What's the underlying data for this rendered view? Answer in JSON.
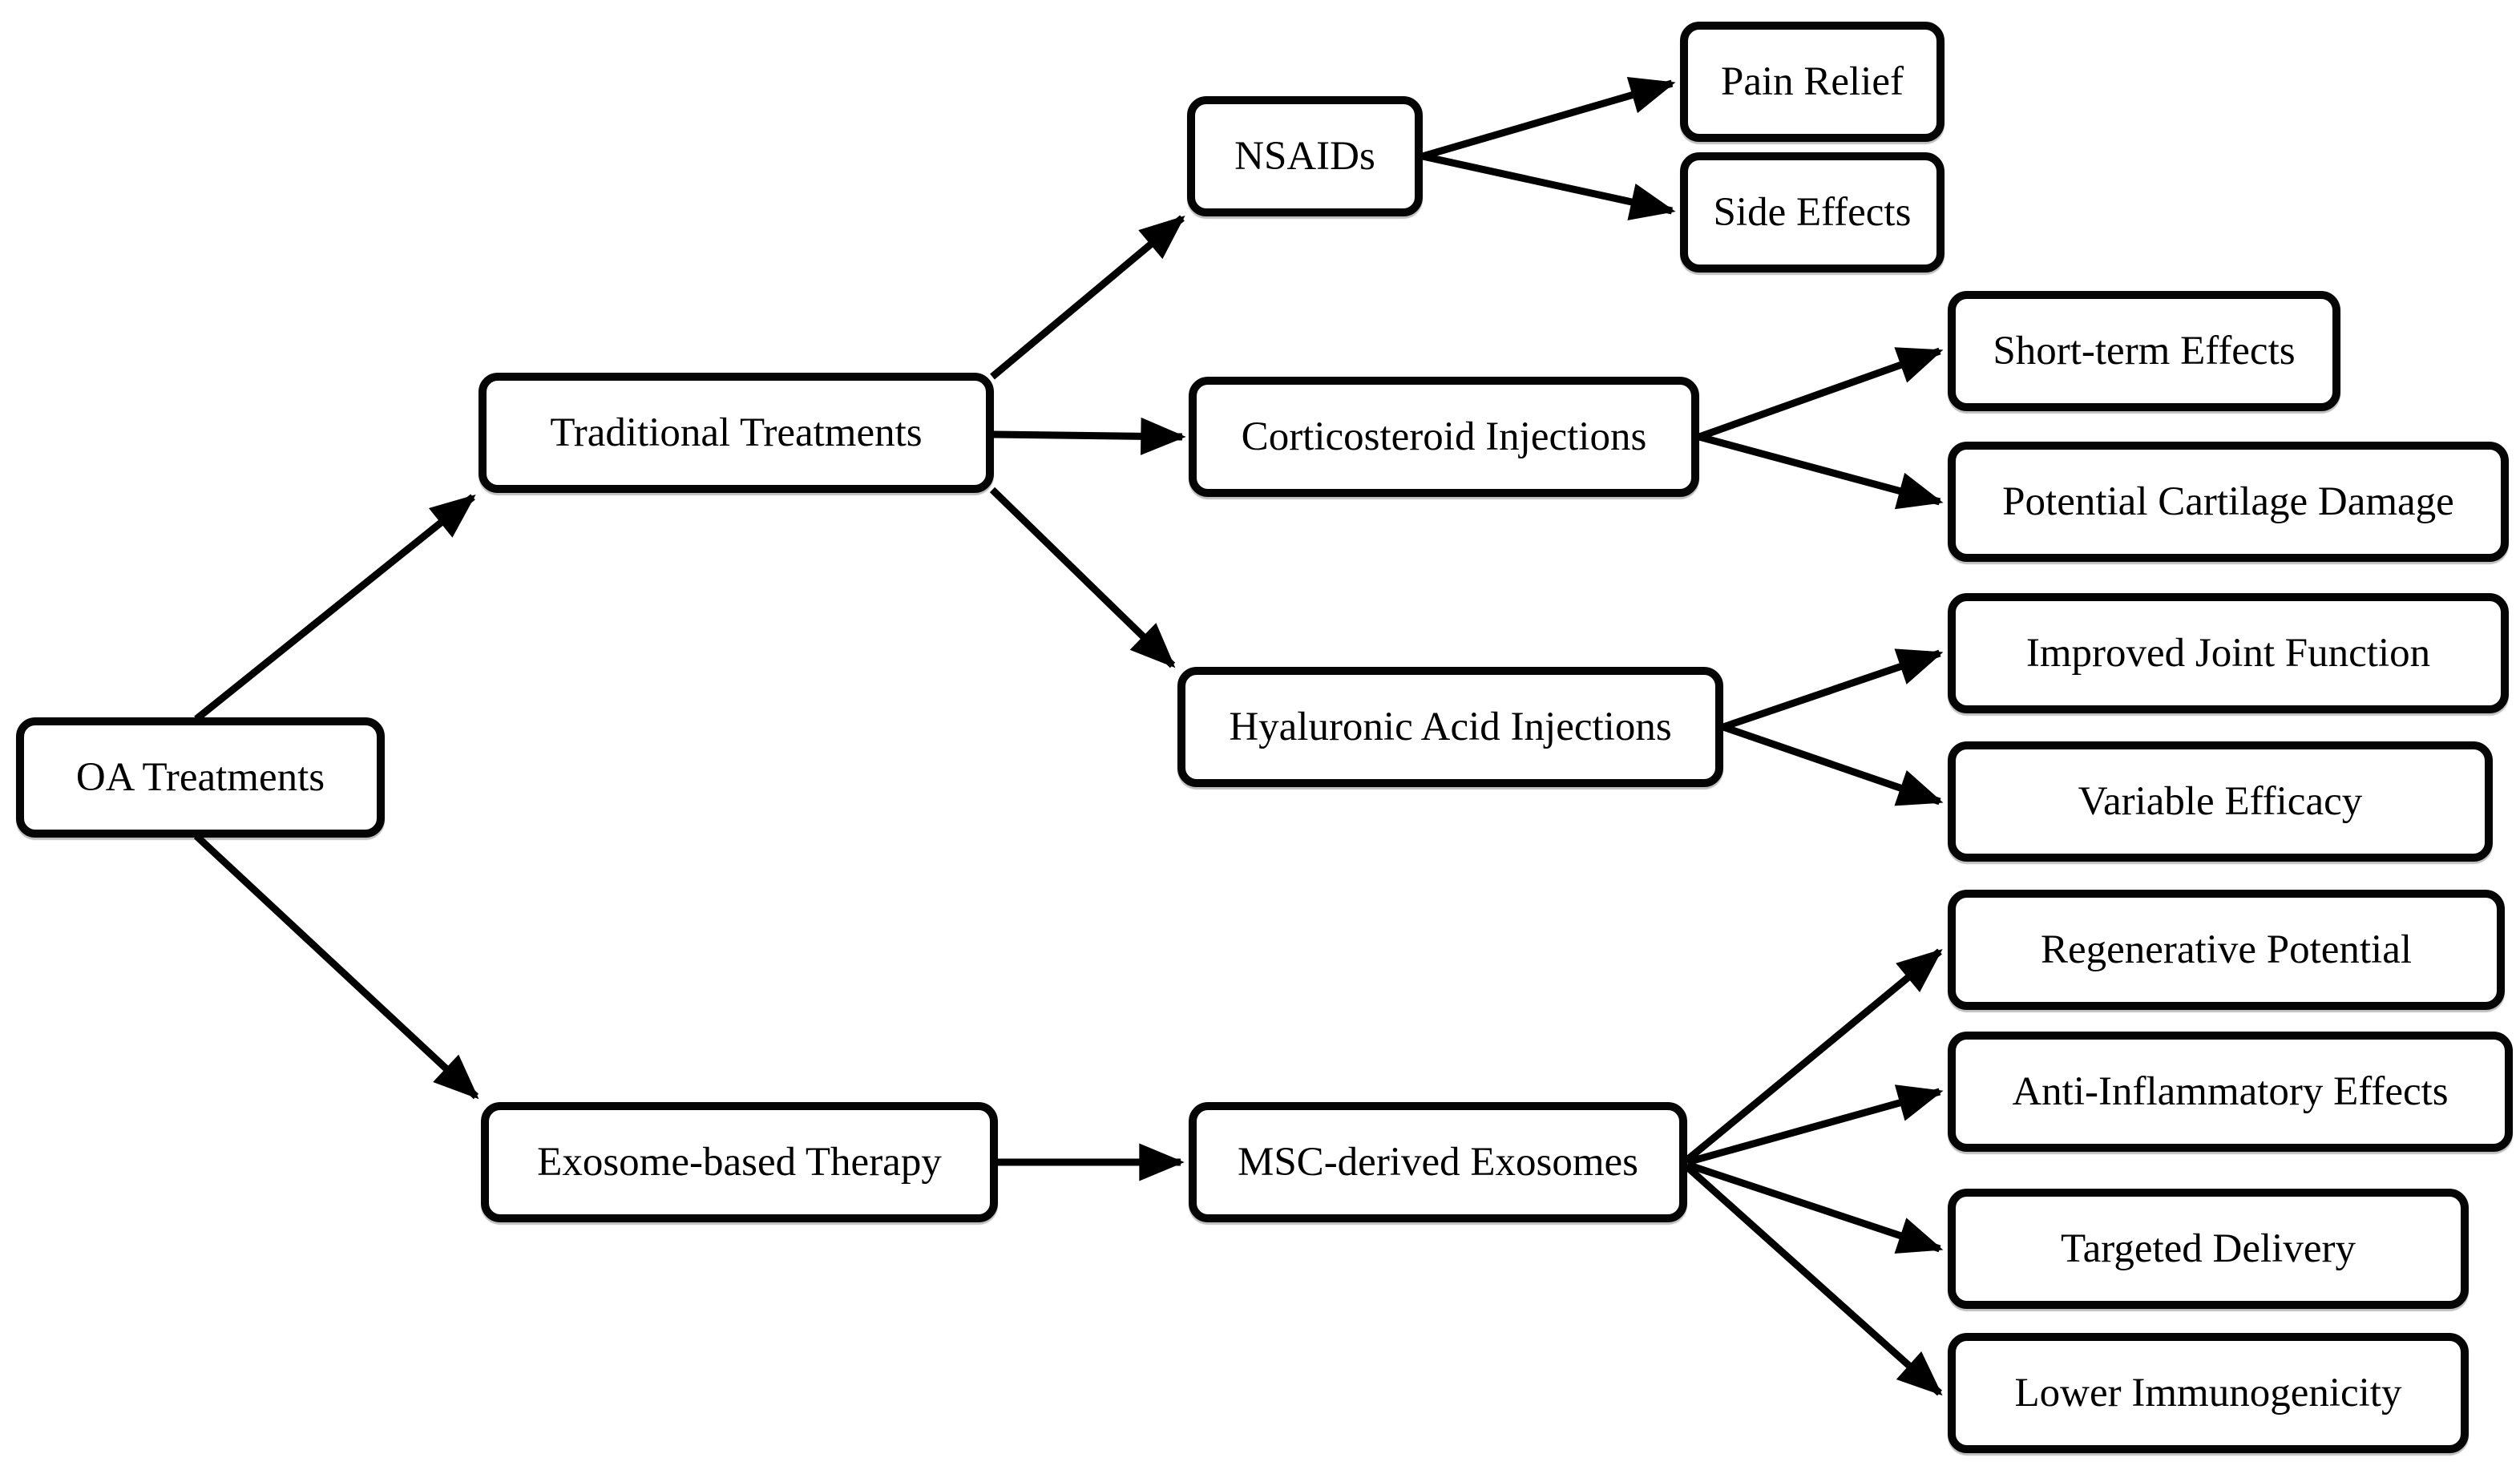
{
  "figure": {
    "type": "flowchart",
    "direction": "left-to-right",
    "colors": {
      "background": "#ffffff",
      "node_fill": "#ffffff",
      "node_border": "#000000",
      "arrow": "#000000",
      "text": "#000000"
    }
  },
  "tree": {
    "label": "OA Treatments",
    "children": [
      {
        "label": "Traditional Treatments",
        "children": [
          {
            "label": "NSAIDs",
            "children": [
              {
                "label": "Pain Relief"
              },
              {
                "label": "Side Effects"
              }
            ]
          },
          {
            "label": "Corticosteroid Injections",
            "children": [
              {
                "label": "Short-term Effects"
              },
              {
                "label": "Potential Cartilage Damage"
              }
            ]
          },
          {
            "label": "Hyaluronic Acid Injections",
            "children": [
              {
                "label": "Improved Joint Function"
              },
              {
                "label": "Variable Efficacy"
              }
            ]
          }
        ]
      },
      {
        "label": "Exosome-based Therapy",
        "children": [
          {
            "label": "MSC-derived Exosomes",
            "children": [
              {
                "label": "Regenerative Potential"
              },
              {
                "label": "Anti-Inflammatory Effects"
              },
              {
                "label": "Targeted Delivery"
              },
              {
                "label": "Lower Immunogenicity"
              }
            ]
          }
        ]
      }
    ]
  }
}
